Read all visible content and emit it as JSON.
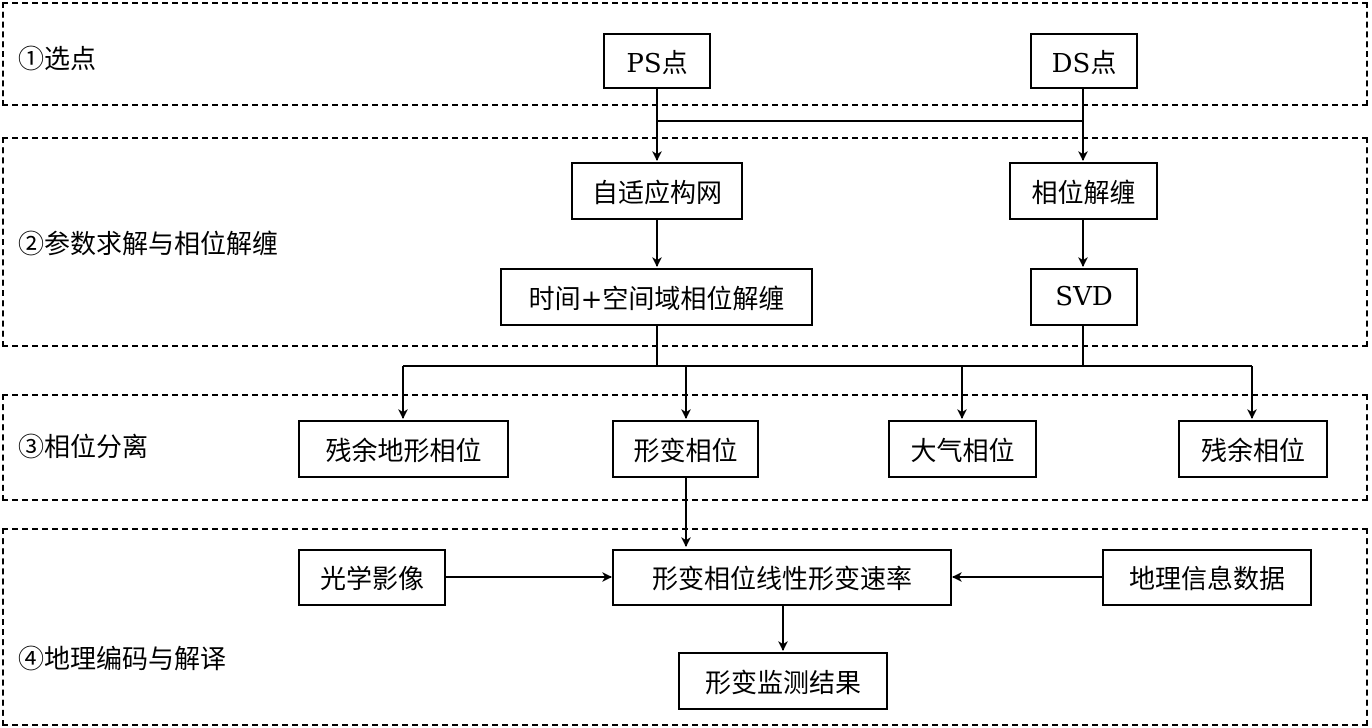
{
  "stages": [
    {
      "id": "select",
      "label": "①选点"
    },
    {
      "id": "solve",
      "label": "②参数求解与相位解缠"
    },
    {
      "id": "separate",
      "label": "③相位分离"
    },
    {
      "id": "geocode",
      "label": "④地理编码与解译"
    }
  ],
  "nodes": {
    "ps_point": "PS点",
    "ds_point": "DS点",
    "adaptive_network": "自适应构网",
    "phase_unwrap": "相位解缠",
    "spatiotemporal_unwrap": "时间+空间域相位解缠",
    "svd": "SVD",
    "residual_terrain_phase": "残余地形相位",
    "deformation_phase": "形变相位",
    "atmospheric_phase": "大气相位",
    "residual_phase": "残余相位",
    "optical_image": "光学影像",
    "linear_deformation_rate": "形变相位线性形变速率",
    "geo_info_data": "地理信息数据",
    "deformation_result": "形变监测结果"
  },
  "edges": [
    [
      "ps_point",
      "adaptive_network"
    ],
    [
      "ds_point",
      "phase_unwrap"
    ],
    [
      "ds_point",
      "adaptive_network"
    ],
    [
      "adaptive_network",
      "spatiotemporal_unwrap"
    ],
    [
      "phase_unwrap",
      "svd"
    ],
    [
      "spatiotemporal_unwrap",
      "residual_terrain_phase"
    ],
    [
      "spatiotemporal_unwrap",
      "deformation_phase"
    ],
    [
      "spatiotemporal_unwrap",
      "atmospheric_phase"
    ],
    [
      "spatiotemporal_unwrap",
      "residual_phase"
    ],
    [
      "svd",
      "residual_terrain_phase"
    ],
    [
      "svd",
      "deformation_phase"
    ],
    [
      "svd",
      "atmospheric_phase"
    ],
    [
      "svd",
      "residual_phase"
    ],
    [
      "deformation_phase",
      "linear_deformation_rate"
    ],
    [
      "optical_image",
      "linear_deformation_rate"
    ],
    [
      "geo_info_data",
      "linear_deformation_rate"
    ],
    [
      "linear_deformation_rate",
      "deformation_result"
    ]
  ]
}
